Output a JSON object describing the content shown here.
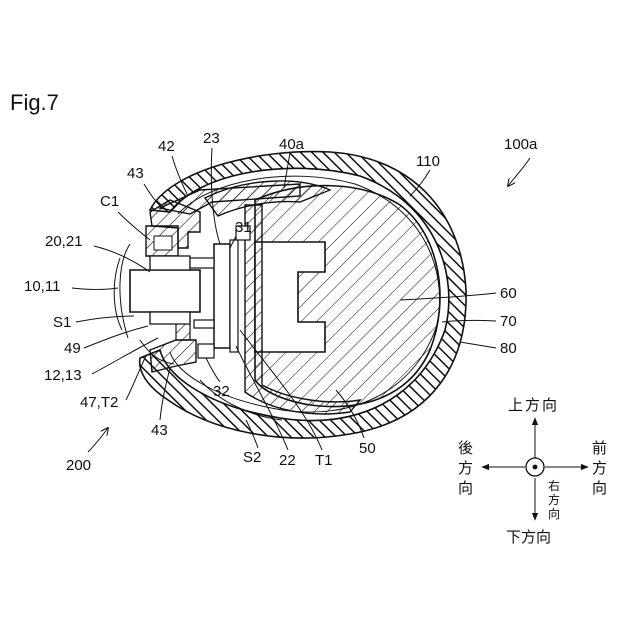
{
  "figure": {
    "title": "Fig.7"
  },
  "labels": {
    "l100a": "100a",
    "l110": "110",
    "l40a": "40a",
    "l23": "23",
    "l42": "42",
    "l43a": "43",
    "lC1": "C1",
    "l2021": "20,21",
    "l31": "31",
    "l1011": "10,11",
    "lS1": "S1",
    "l49": "49",
    "l1213": "12,13",
    "l47T2": "47,T2",
    "l43b": "43",
    "l32": "32",
    "lS2": "S2",
    "l22": "22",
    "lT1": "T1",
    "l50": "50",
    "l60": "60",
    "l70": "70",
    "l80": "80",
    "l200": "200"
  },
  "directions": {
    "up": [
      "上",
      "方",
      "向"
    ],
    "down": "下方向",
    "back": [
      "後",
      "方",
      "向"
    ],
    "front": [
      "前",
      "方",
      "向"
    ],
    "right": [
      "右",
      "方",
      "向"
    ]
  },
  "colors": {
    "ink": "#111111",
    "background": "#ffffff"
  }
}
